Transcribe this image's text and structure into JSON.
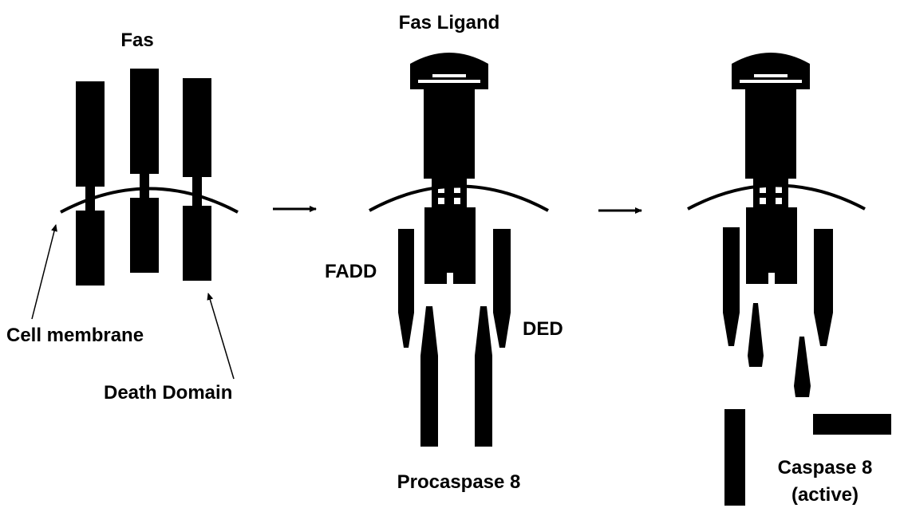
{
  "panel1": {
    "title": "Fas",
    "membrane_label": "Cell membrane",
    "death_domain_label": "Death Domain"
  },
  "panel2": {
    "title": "Fas Ligand",
    "fadd_label": "FADD",
    "ded_label": "DED",
    "procaspase_label": "Procaspase 8"
  },
  "panel3": {
    "caspase_label_line1": "Caspase 8",
    "caspase_label_line2": "(active)"
  },
  "colors": {
    "ink": "#000000",
    "background": "#ffffff"
  }
}
